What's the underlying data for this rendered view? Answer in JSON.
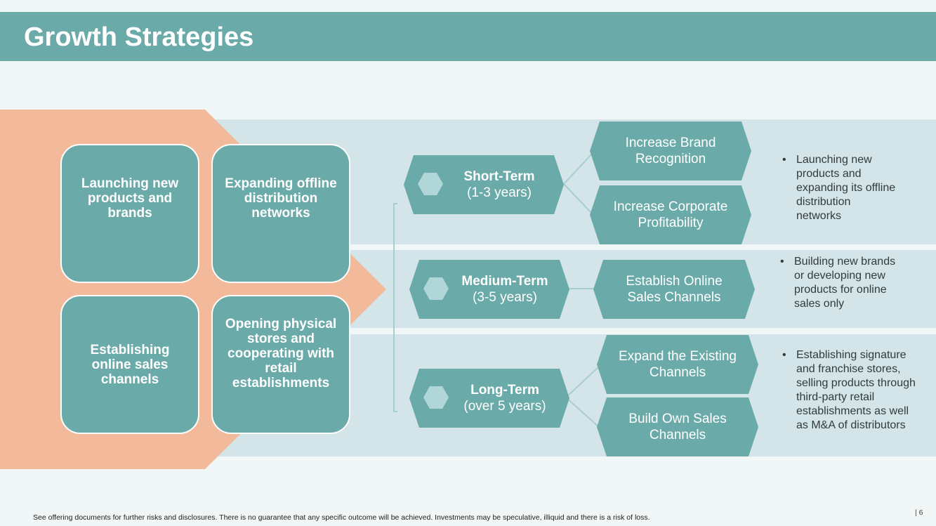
{
  "title": "Growth Strategies",
  "strategies": [
    "Launching new products and brands",
    "Expanding offline distribution networks",
    "Establishing online sales channels",
    "Opening physical stores and cooperating with retail establishments"
  ],
  "terms": [
    {
      "name": "Short-Term",
      "years": "(1-3 years)",
      "goals": [
        "Increase Brand Recognition",
        "Increase Corporate Profitability"
      ],
      "bullet": "Launching new products and expanding its offline distribution networks"
    },
    {
      "name": "Medium-Term",
      "years": "(3-5 years)",
      "goals": [
        "Establish Online Sales Channels"
      ],
      "bullet": "Building new brands or developing new products for online sales only"
    },
    {
      "name": "Long-Term",
      "years": "(over 5 years)",
      "goals": [
        "Expand the Existing Channels",
        "Build Own Sales Channels"
      ],
      "bullet": "Establishing signature and franchise stores, selling products through third-party retail establishments as well as M&A of distributors"
    }
  ],
  "footer": "See offering documents for further risks and disclosures. There is no guarantee that any specific outcome will be achieved. Investments may be speculative, illiquid and there is a risk of loss.",
  "page_number": "| 6",
  "colors": {
    "teal": "#6aaaa8",
    "band": "#d3e5e8",
    "arrow": "#f2b99a",
    "hex_light": "#b1d6d8",
    "background": "#f1f6f6"
  }
}
